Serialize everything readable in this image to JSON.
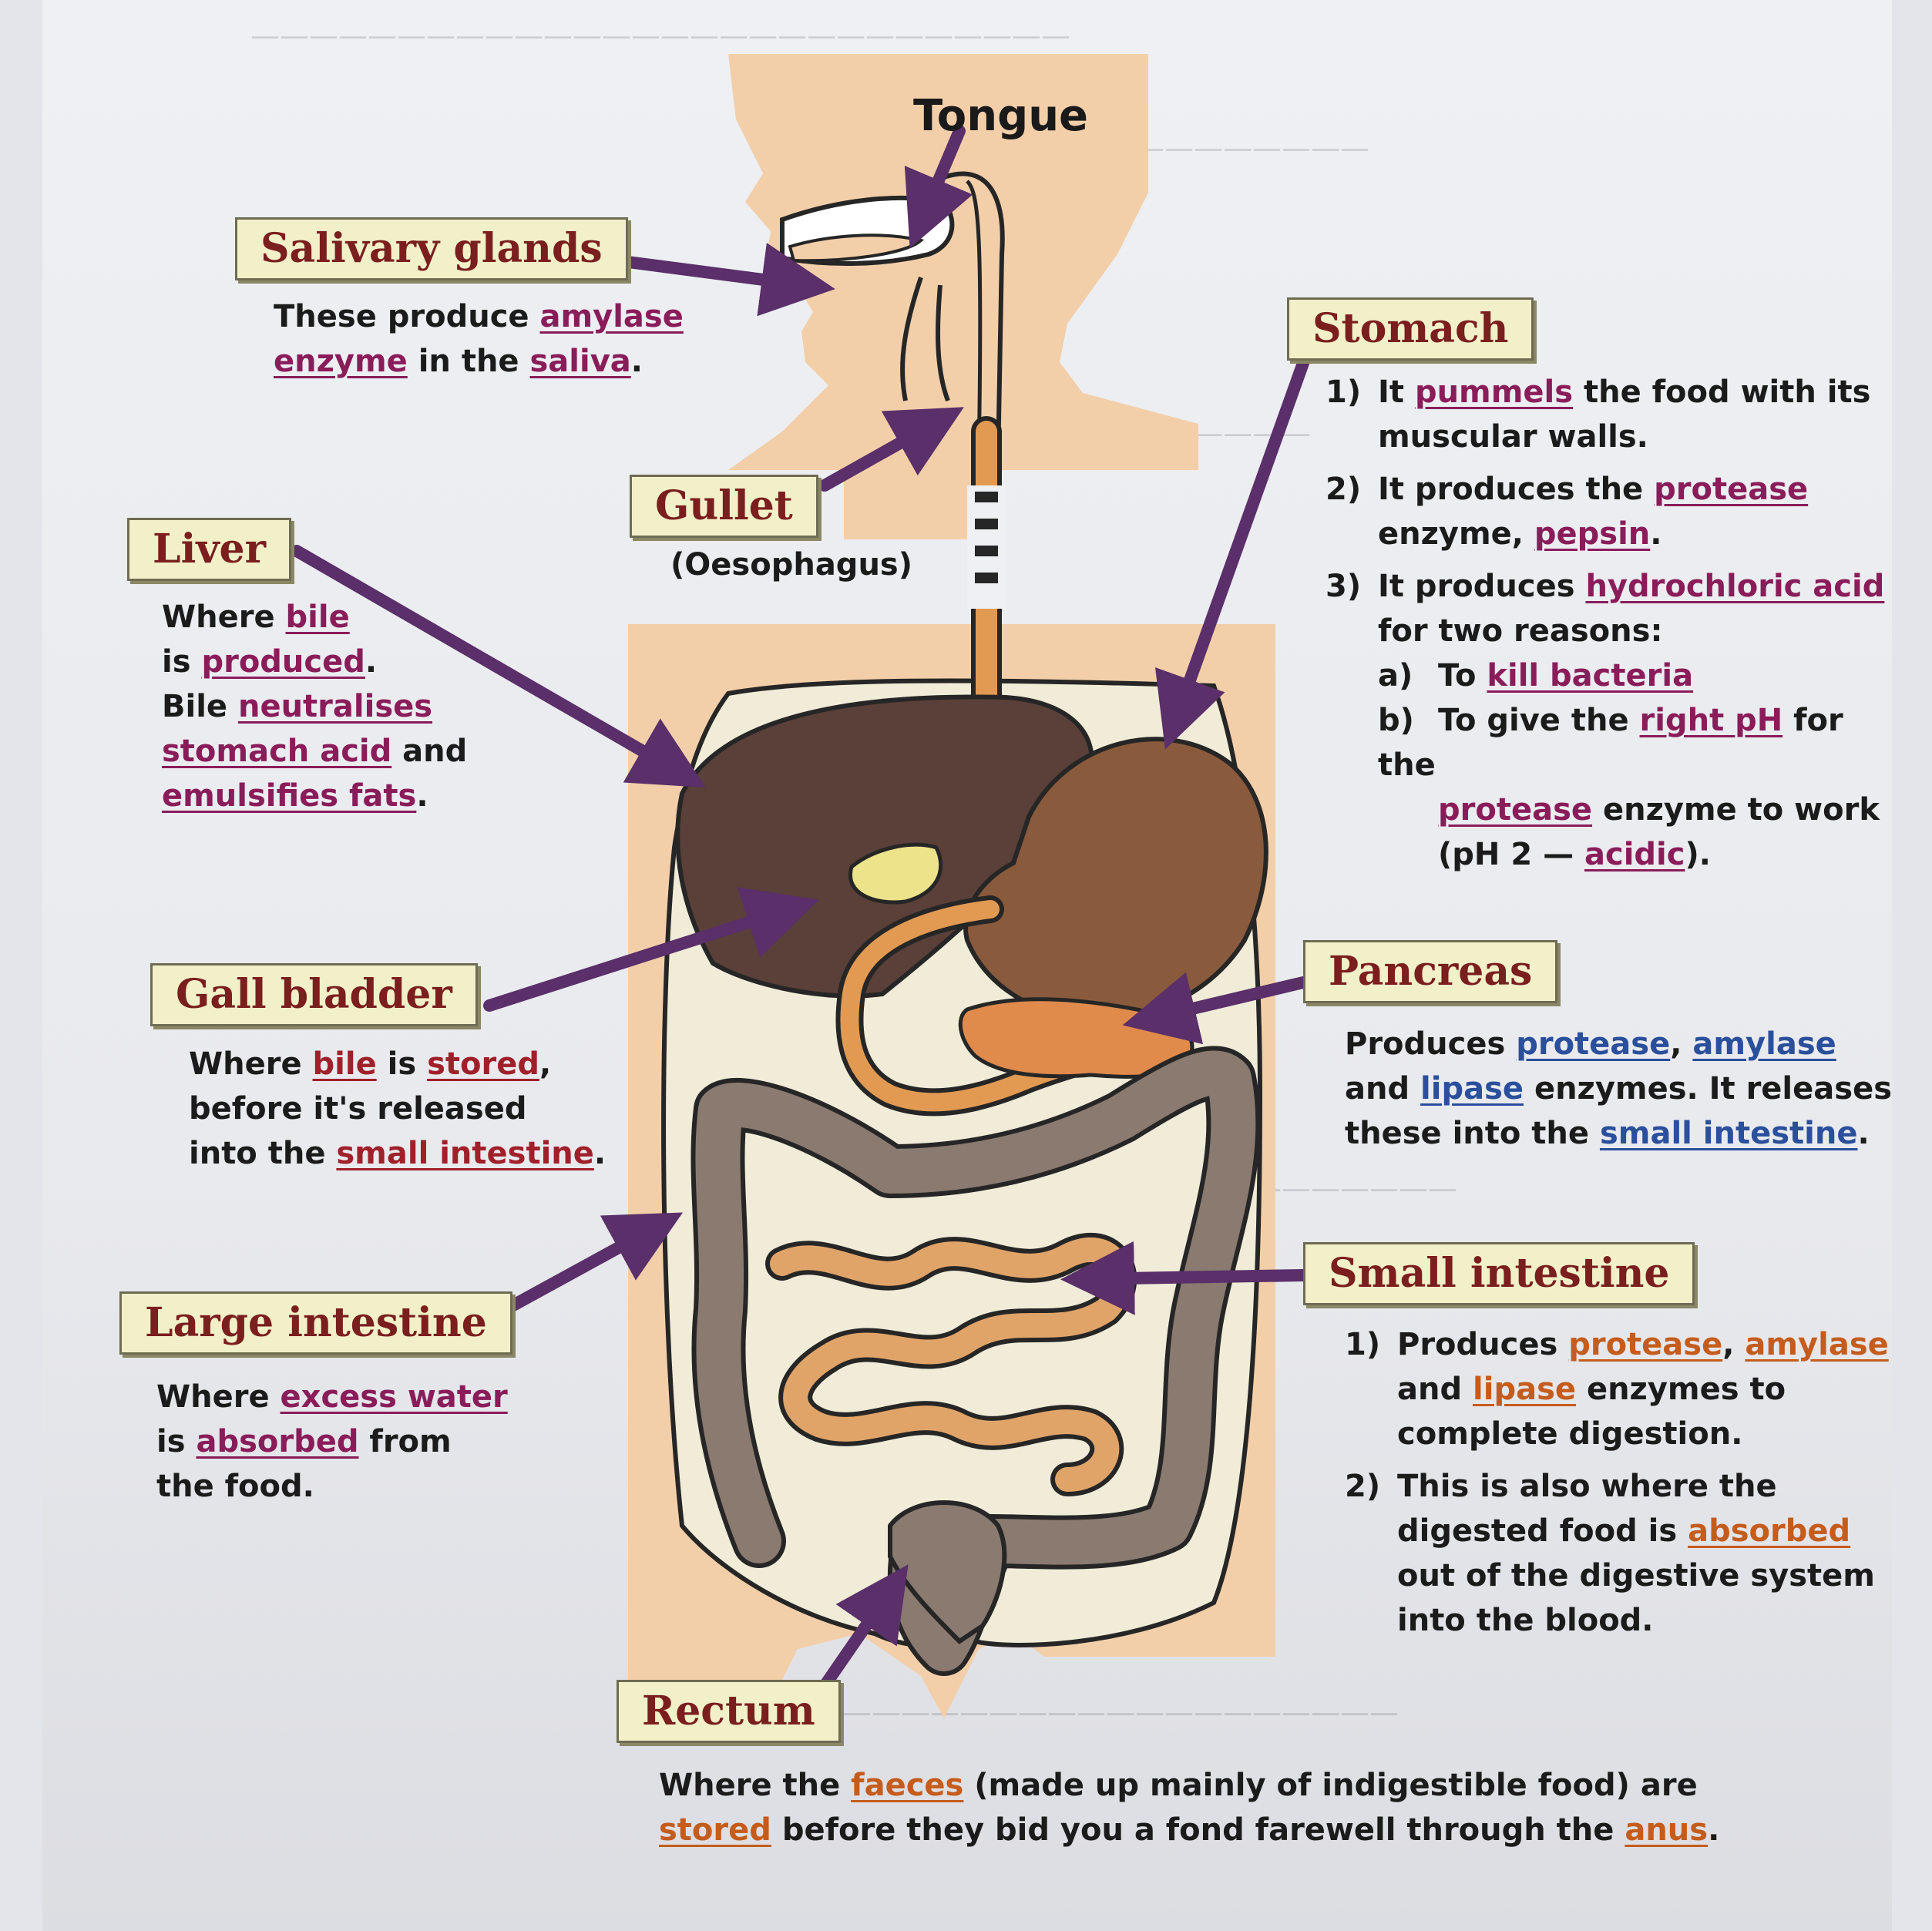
{
  "labels": {
    "tongue": "Tongue",
    "salivary": "Salivary glands",
    "liver": "Liver",
    "gullet": "Gullet",
    "oesophagus": "(Oesophagus)",
    "stomach": "Stomach",
    "gall": "Gall bladder",
    "pancreas": "Pancreas",
    "large": "Large intestine",
    "small": "Small intestine",
    "rectum": "Rectum"
  },
  "notes": {
    "salivary": {
      "p1": "These produce ",
      "w1": "amylase",
      "w2": "enzyme",
      "p2": " in the ",
      "w3": "saliva",
      "p3": "."
    },
    "liver": {
      "p1": "Where ",
      "w1": "bile",
      "p2": "is ",
      "w2": "produced",
      "p3": ".",
      "p4": "Bile ",
      "w3": "neutralises",
      "w4": "stomach acid",
      "p5": " and",
      "w5": "emulsifies fats",
      "p6": "."
    },
    "stomach": {
      "n1": "1)",
      "t1a": "It ",
      "w1": "pummels",
      "t1b": " the food with its",
      "t1c": "muscular walls.",
      "n2": "2)",
      "t2a": "It produces the ",
      "w2": "protease",
      "t2b": "enzyme, ",
      "w3": "pepsin",
      "t2c": ".",
      "n3": "3)",
      "t3a": "It produces ",
      "w4": "hydrochloric acid",
      "t3b": "for two reasons:",
      "na": "a)",
      "ta": "To ",
      "w5": "kill bacteria",
      "nb": "b)",
      "tb1": "To give the ",
      "w6": "right pH",
      "tb2": " for the",
      "w7": "protease",
      "tb3": " enzyme to work",
      "tb4": "(pH 2 — ",
      "w8": "acidic",
      "tb5": ")."
    },
    "gall": {
      "p1": "Where ",
      "w1": "bile",
      "p2": " is ",
      "w2": "stored",
      "p3": ",",
      "p4": "before it's released",
      "p5": "into the ",
      "w3": "small intestine",
      "p6": "."
    },
    "pancreas": {
      "p1": "Produces ",
      "w1": "protease",
      "p2": ", ",
      "w2": "amylase",
      "p3": "and ",
      "w3": "lipase",
      "p4": " enzymes.  It releases",
      "p5": "these into the ",
      "w4": "small intestine",
      "p6": "."
    },
    "large": {
      "p1": "Where ",
      "w1": "excess water",
      "p2": "is ",
      "w2": "absorbed",
      "p3": " from",
      "p4": "the food."
    },
    "small": {
      "n1": "1)",
      "w1": "protease",
      "p1": "Produces ",
      "p2": ", ",
      "w2": "amylase",
      "p3": "and ",
      "w3": "lipase",
      "p4": " enzymes to",
      "p5": "complete digestion.",
      "n2": "2)",
      "p6": "This is also where the",
      "p7": "digested food is ",
      "w4": "absorbed",
      "p8": "out of the digestive system",
      "p9": "into the blood."
    },
    "rectum": {
      "p1": "Where the ",
      "w1": "faeces",
      "p2": " (made up mainly of indigestible food) are",
      "w2": "stored",
      "p3": " before they bid you a fond farewell through the ",
      "w3": "anus",
      "p4": "."
    }
  },
  "colors": {
    "body": "#f3cfa9",
    "liver": "#5a4038",
    "stomach": "#8a5a3c",
    "gullet": "#e29a52",
    "small_intestine": "#e1a468",
    "large_intestine": "#8a7a70",
    "pancreas": "#e08a4c",
    "gall_bladder": "#ece38a",
    "arrow": "#5a2f6a",
    "label_box": "#f1f0c9",
    "label_text": "#7a1e1e"
  }
}
